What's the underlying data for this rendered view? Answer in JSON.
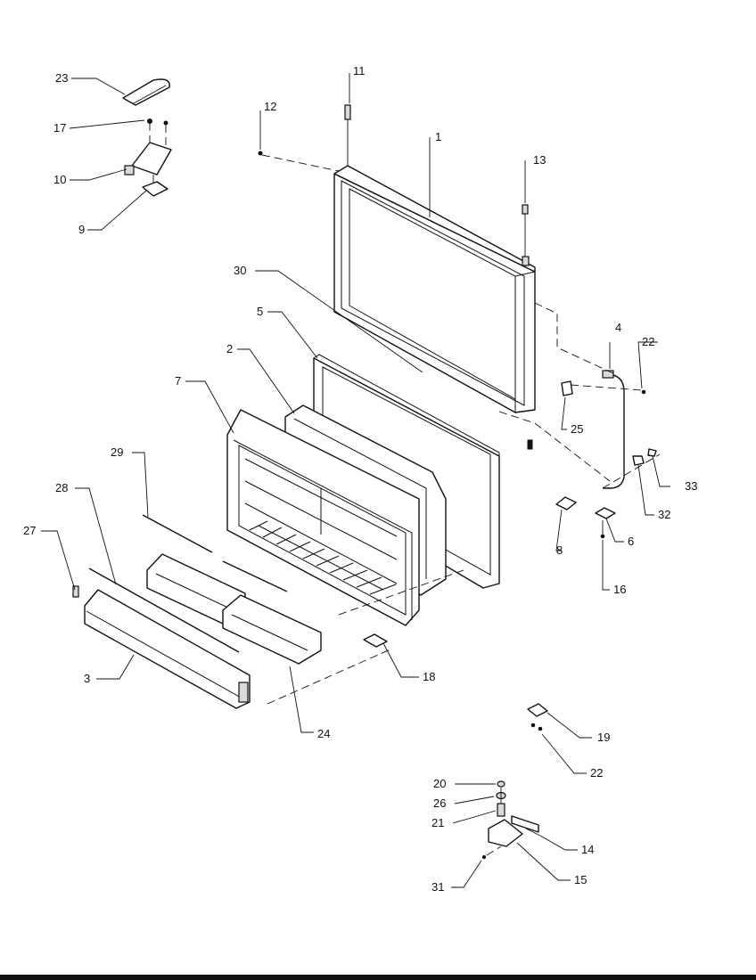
{
  "callouts": [
    {
      "id": "p1",
      "number": "1"
    },
    {
      "id": "p2",
      "number": "2"
    },
    {
      "id": "p3",
      "number": "3"
    },
    {
      "id": "p4",
      "number": "4"
    },
    {
      "id": "p5",
      "number": "5"
    },
    {
      "id": "p6",
      "number": "6"
    },
    {
      "id": "p7",
      "number": "7"
    },
    {
      "id": "p8",
      "number": "8"
    },
    {
      "id": "p9",
      "number": "9"
    },
    {
      "id": "p10",
      "number": "10"
    },
    {
      "id": "p11",
      "number": "11"
    },
    {
      "id": "p12",
      "number": "12"
    },
    {
      "id": "p13",
      "number": "13"
    },
    {
      "id": "p14",
      "number": "14"
    },
    {
      "id": "p15",
      "number": "15"
    },
    {
      "id": "p16",
      "number": "16"
    },
    {
      "id": "p17",
      "number": "17"
    },
    {
      "id": "p18",
      "number": "18"
    },
    {
      "id": "p19",
      "number": "19"
    },
    {
      "id": "p20",
      "number": "20"
    },
    {
      "id": "p21",
      "number": "21"
    },
    {
      "id": "p22a",
      "number": "22"
    },
    {
      "id": "p22b",
      "number": "22"
    },
    {
      "id": "p23",
      "number": "23"
    },
    {
      "id": "p24",
      "number": "24"
    },
    {
      "id": "p25",
      "number": "25"
    },
    {
      "id": "p26",
      "number": "26"
    },
    {
      "id": "p27",
      "number": "27"
    },
    {
      "id": "p28",
      "number": "28"
    },
    {
      "id": "p29",
      "number": "29"
    },
    {
      "id": "p30",
      "number": "30"
    },
    {
      "id": "p31",
      "number": "31"
    },
    {
      "id": "p32",
      "number": "32"
    },
    {
      "id": "p33",
      "number": "33"
    }
  ]
}
